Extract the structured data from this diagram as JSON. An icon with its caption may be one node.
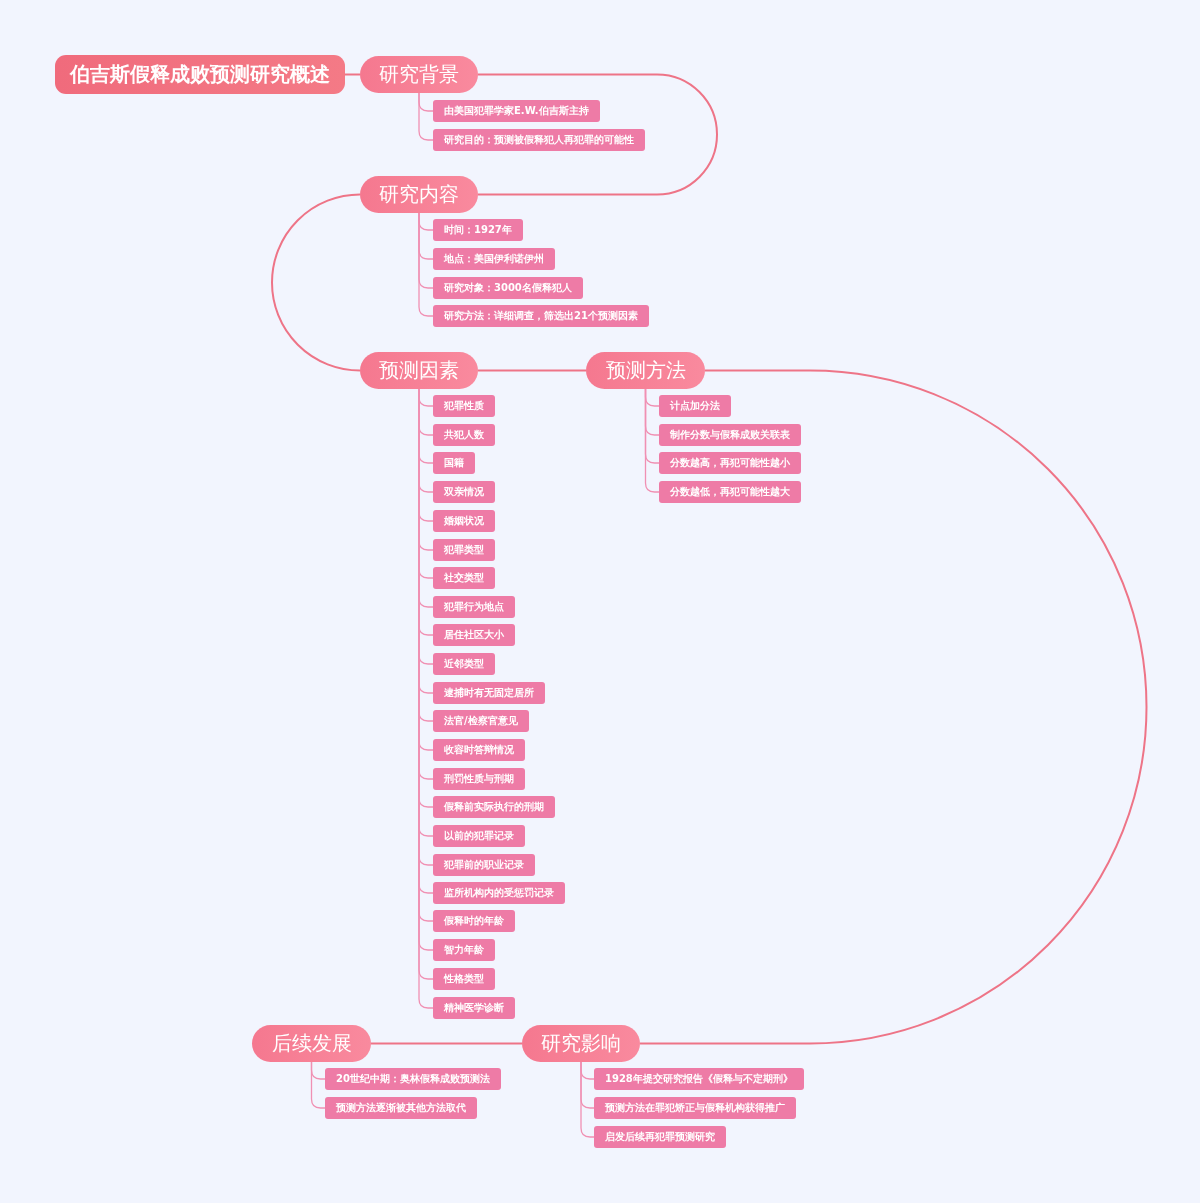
{
  "diagram": {
    "nodes": [
      {
        "text": [
          "伯吉斯假释成败预测研究概述"
        ]
      },
      {
        "text": [
          "研究背景"
        ]
      },
      {
        "text": [
          "由美国犯罪学家E.W.伯吉斯主持"
        ]
      },
      {
        "text": [
          "研究目的：预测被假释犯人再犯罪的可能性"
        ]
      },
      {
        "text": [
          "研究内容"
        ]
      },
      {
        "text": [
          "时间：1927年"
        ]
      },
      {
        "text": [
          "地点：美国伊利诺伊州"
        ]
      },
      {
        "text": [
          "研究对象：3000名假释犯人"
        ]
      },
      {
        "text": [
          "研究方法：详细调查，筛选出21个预测因素"
        ]
      },
      {
        "text": [
          "预测因素"
        ]
      },
      {
        "text": [
          "犯罪性质"
        ]
      },
      {
        "text": [
          "共犯人数"
        ]
      },
      {
        "text": [
          "国籍"
        ]
      },
      {
        "text": [
          "双亲情况"
        ]
      },
      {
        "text": [
          "婚姻状况"
        ]
      },
      {
        "text": [
          "犯罪类型"
        ]
      },
      {
        "text": [
          "社交类型"
        ]
      },
      {
        "text": [
          "犯罪行为地点"
        ]
      },
      {
        "text": [
          "居住社区大小"
        ]
      },
      {
        "text": [
          "近邻类型"
        ]
      },
      {
        "text": [
          "逮捕时有无固定居所"
        ]
      },
      {
        "text": [
          "法官/检察官意见"
        ]
      },
      {
        "text": [
          "收容时答辩情况"
        ]
      },
      {
        "text": [
          "刑罚性质与刑期"
        ]
      },
      {
        "text": [
          "假释前实际执行的刑期"
        ]
      },
      {
        "text": [
          "以前的犯罪记录"
        ]
      },
      {
        "text": [
          "犯罪前的职业记录"
        ]
      },
      {
        "text": [
          "监所机构内的受惩罚记录"
        ]
      },
      {
        "text": [
          "假释时的年龄"
        ]
      },
      {
        "text": [
          "智力年龄"
        ]
      },
      {
        "text": [
          "性格类型"
        ]
      },
      {
        "text": [
          "精神医学诊断"
        ]
      },
      {
        "text": [
          "预测方法"
        ]
      },
      {
        "text": [
          "计点加分法"
        ]
      },
      {
        "text": [
          "制作分数与假释成败关联表"
        ]
      },
      {
        "text": [
          "分数越高，再犯可能性越小"
        ]
      },
      {
        "text": [
          "分数越低，再犯可能性越大"
        ]
      },
      {
        "text": [
          "研究影响"
        ]
      },
      {
        "text": [
          "1928年提交研究报告《假释与不定期刑》"
        ]
      },
      {
        "text": [
          "预测方法在罪犯矫正与假释机构获得推广"
        ]
      },
      {
        "text": [
          "启发后续再犯罪预测研究"
        ]
      },
      {
        "text": [
          "后续发展"
        ]
      },
      {
        "text": [
          "20世纪中期：奥林假释成败预测法"
        ]
      },
      {
        "text": [
          "预测方法逐渐被其他方法取代"
        ]
      }
    ],
    "edges": [
      {
        "from": 0,
        "to": 1,
        "arrow": "none"
      },
      {
        "from": 1,
        "to": 4,
        "arrow": "none"
      },
      {
        "from": 4,
        "to": 9,
        "arrow": "none"
      },
      {
        "from": 9,
        "to": 32,
        "arrow": "none"
      },
      {
        "from": 32,
        "to": 37,
        "arrow": "none"
      },
      {
        "from": 37,
        "to": 41,
        "arrow": "none"
      },
      {
        "from": 1,
        "to": 2,
        "arrow": "none"
      },
      {
        "from": 1,
        "to": 3,
        "arrow": "none"
      },
      {
        "from": 4,
        "to": 5,
        "arrow": "none"
      },
      {
        "from": 4,
        "to": 6,
        "arrow": "none"
      },
      {
        "from": 4,
        "to": 7,
        "arrow": "none"
      },
      {
        "from": 4,
        "to": 8,
        "arrow": "none"
      },
      {
        "from": 9,
        "to": 10,
        "arrow": "none"
      },
      {
        "from": 9,
        "to": 11,
        "arrow": "none"
      },
      {
        "from": 9,
        "to": 12,
        "arrow": "none"
      },
      {
        "from": 9,
        "to": 13,
        "arrow": "none"
      },
      {
        "from": 9,
        "to": 14,
        "arrow": "none"
      },
      {
        "from": 9,
        "to": 15,
        "arrow": "none"
      },
      {
        "from": 9,
        "to": 16,
        "arrow": "none"
      },
      {
        "from": 9,
        "to": 17,
        "arrow": "none"
      },
      {
        "from": 9,
        "to": 18,
        "arrow": "none"
      },
      {
        "from": 9,
        "to": 19,
        "arrow": "none"
      },
      {
        "from": 9,
        "to": 20,
        "arrow": "none"
      },
      {
        "from": 9,
        "to": 21,
        "arrow": "none"
      },
      {
        "from": 9,
        "to": 22,
        "arrow": "none"
      },
      {
        "from": 9,
        "to": 23,
        "arrow": "none"
      },
      {
        "from": 9,
        "to": 24,
        "arrow": "none"
      },
      {
        "from": 9,
        "to": 25,
        "arrow": "none"
      },
      {
        "from": 9,
        "to": 26,
        "arrow": "none"
      },
      {
        "from": 9,
        "to": 27,
        "arrow": "none"
      },
      {
        "from": 9,
        "to": 28,
        "arrow": "none"
      },
      {
        "from": 9,
        "to": 29,
        "arrow": "none"
      },
      {
        "from": 9,
        "to": 30,
        "arrow": "none"
      },
      {
        "from": 9,
        "to": 31,
        "arrow": "none"
      },
      {
        "from": 32,
        "to": 33,
        "arrow": "none"
      },
      {
        "from": 32,
        "to": 34,
        "arrow": "none"
      },
      {
        "from": 32,
        "to": 35,
        "arrow": "none"
      },
      {
        "from": 32,
        "to": 36,
        "arrow": "none"
      },
      {
        "from": 37,
        "to": 38,
        "arrow": "none"
      },
      {
        "from": 37,
        "to": 39,
        "arrow": "none"
      },
      {
        "from": 37,
        "to": 40,
        "arrow": "none"
      },
      {
        "from": 41,
        "to": 42,
        "arrow": "none"
      },
      {
        "from": 41,
        "to": 43,
        "arrow": "none"
      }
    ]
  }
}
